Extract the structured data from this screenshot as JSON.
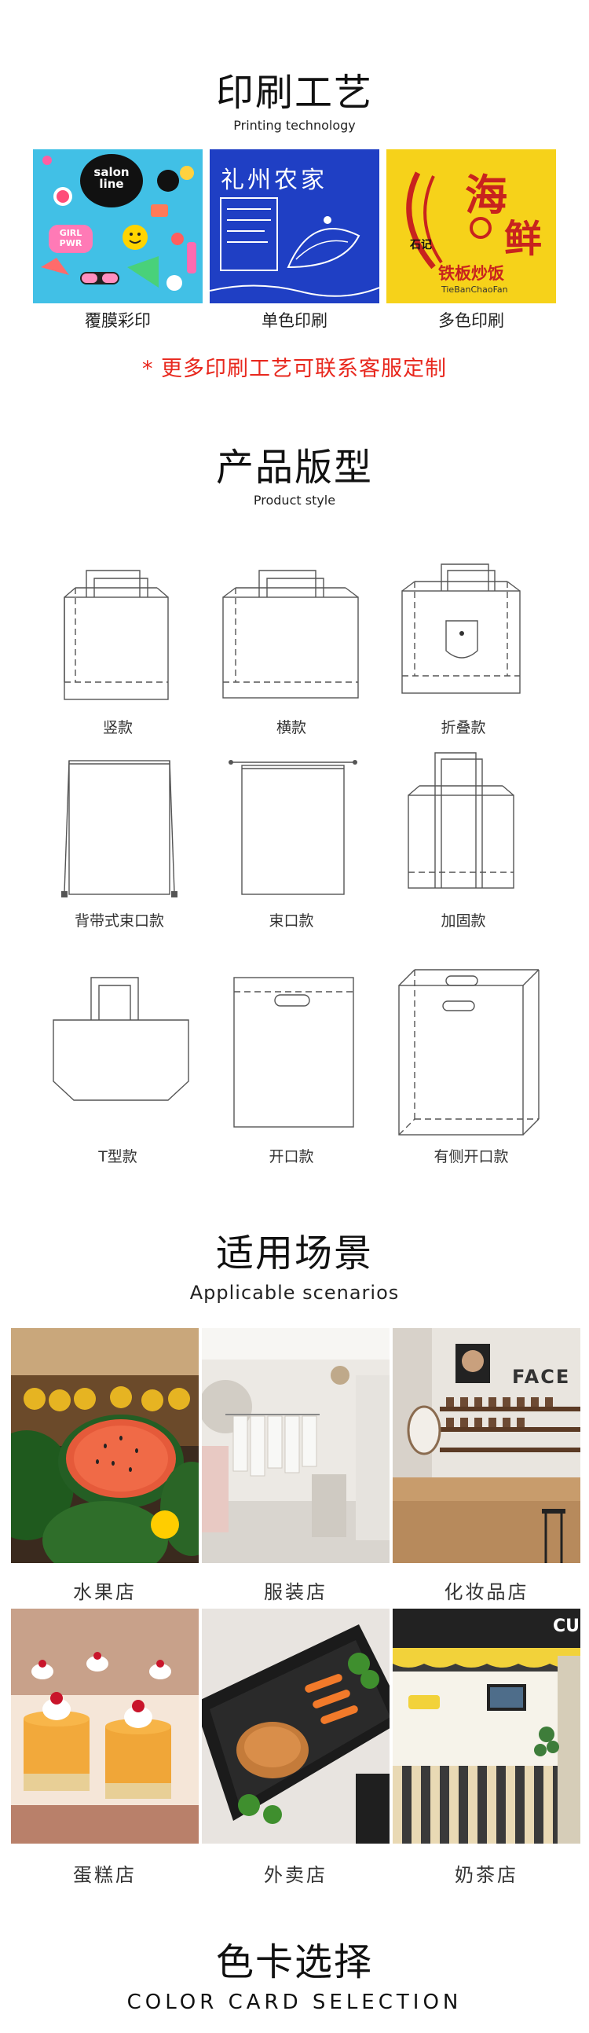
{
  "printing": {
    "title": "印刷工艺",
    "subtitle": "Printing technology",
    "items": [
      {
        "label": "覆膜彩印",
        "brand_text_1": "salon",
        "brand_text_2": "line",
        "sticker_text_1": "GIRL",
        "sticker_text_2": "PWR"
      },
      {
        "label": "单色印刷",
        "bag_text": "礼州农家"
      },
      {
        "label": "多色印刷",
        "logo_text_1": "海",
        "logo_text_2": "鲜",
        "logo_text_3": "铁板炒饭",
        "logo_text_4": "TieBanChaoFan",
        "logo_text_5": "石记"
      }
    ],
    "note": "* 更多印刷工艺可联系客服定制"
  },
  "product_style": {
    "title": "产品版型",
    "subtitle": "Product style",
    "items": [
      {
        "label": "竖款"
      },
      {
        "label": "横款"
      },
      {
        "label": "折叠款"
      },
      {
        "label": "背带式束口款"
      },
      {
        "label": "束口款"
      },
      {
        "label": "加固款"
      },
      {
        "label": "T型款"
      },
      {
        "label": "开口款"
      },
      {
        "label": "有侧开口款"
      }
    ]
  },
  "scenarios": {
    "title": "适用场景",
    "subtitle": "Applicable scenarios",
    "items": [
      {
        "label": "水果店"
      },
      {
        "label": "服装店"
      },
      {
        "label": "化妆品店",
        "sign_text": "FACE"
      },
      {
        "label": "蛋糕店"
      },
      {
        "label": "外卖店"
      },
      {
        "label": "奶茶店",
        "sign_text": "CUP"
      }
    ]
  },
  "color_card": {
    "title": "色卡选择",
    "subtitle": "COLOR CARD SELECTION"
  },
  "colors": {
    "accent_red": "#e8281e",
    "blue_bag": "#1f3fc4",
    "yellow_bag": "#f6d21a"
  }
}
